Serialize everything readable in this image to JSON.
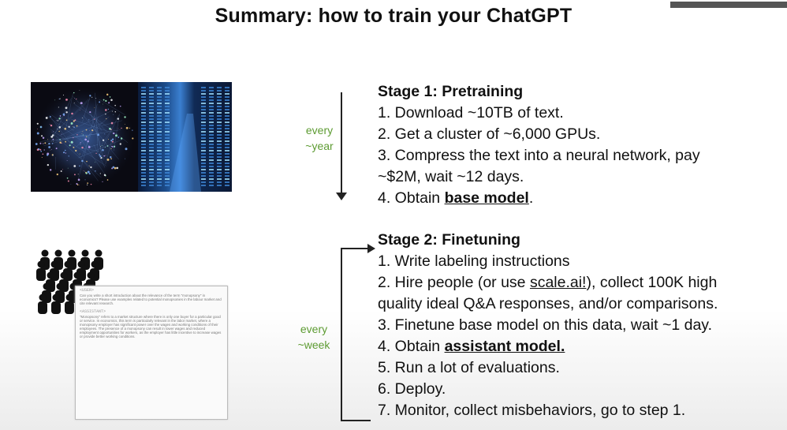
{
  "title": "Summary: how to train your ChatGPT",
  "stage1": {
    "label_line1": "every",
    "label_line2": "~year",
    "heading": "Stage 1: Pretraining",
    "items": [
      "1. Download ~10TB of text.",
      "2. Get a cluster of ~6,000 GPUs.",
      "3. Compress the text into a neural network, pay",
      "~$2M, wait ~12 days."
    ],
    "item4_prefix": "4. Obtain ",
    "item4_bold": "base model",
    "item4_suffix": "."
  },
  "stage2": {
    "label_line1": "every",
    "label_line2": "~week",
    "heading": "Stage 2: Finetuning",
    "item1": "1. Write labeling instructions",
    "item2_prefix": "2. Hire people (or use ",
    "item2_link": "scale.ai!",
    "item2_suffix": "), collect 100K high",
    "item2_cont": "quality ideal Q&A responses, and/or comparisons.",
    "item3": "3. Finetune base model on this data, wait ~1 day.",
    "item4_prefix": "4. Obtain ",
    "item4_bold": "assistant model.",
    "items_rest": [
      "5. Run a lot of evaluations.",
      "6. Deploy.",
      "7. Monitor, collect misbehaviors, go to step 1."
    ]
  },
  "doc": {
    "user_role": "<USER>",
    "user_text": "Can you write a short introduction about the relevance of the term \"monopsony\" in economics? Please use examples related to potential monopsonies in the labour market and cite relevant research.",
    "assistant_role": "<ASSISTANT>",
    "assistant_text": "\"Monopsony\" refers to a market structure where there is only one buyer for a particular good or service. In economics, this term is particularly relevant in the labor market, where a monopsony employer has significant power over the wages and working conditions of their employees. The presence of a monopsony can result in lower wages and reduced employment opportunities for workers, as the employer has little incentive to increase wages or provide better working conditions."
  },
  "colors": {
    "label": "#5d9b32",
    "text": "#111111"
  }
}
